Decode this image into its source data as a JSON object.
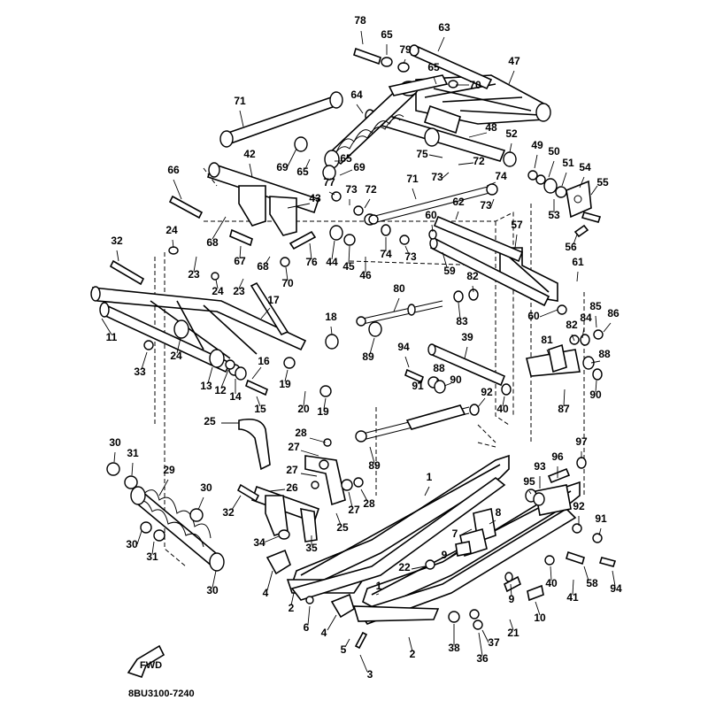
{
  "diagram": {
    "drawing_code": "8BU3100-7240",
    "callouts": [
      "1",
      "2",
      "3",
      "4",
      "5",
      "6",
      "7",
      "8",
      "9",
      "10",
      "11",
      "12",
      "13",
      "14",
      "15",
      "16",
      "17",
      "18",
      "19",
      "20",
      "21",
      "22",
      "23",
      "24",
      "25",
      "26",
      "27",
      "28",
      "29",
      "30",
      "31",
      "32",
      "33",
      "34",
      "35",
      "36",
      "37",
      "38",
      "39",
      "40",
      "41",
      "42",
      "43",
      "44",
      "45",
      "46",
      "47",
      "48",
      "49",
      "50",
      "51",
      "52",
      "53",
      "54",
      "55",
      "56",
      "57",
      "58",
      "59",
      "60",
      "61",
      "62",
      "63",
      "64",
      "65",
      "66",
      "67",
      "68",
      "69",
      "70",
      "71",
      "72",
      "73",
      "74",
      "75",
      "76",
      "77",
      "78",
      "79",
      "80",
      "81",
      "82",
      "83",
      "84",
      "85",
      "86",
      "87",
      "88",
      "89",
      "90",
      "91",
      "92",
      "93",
      "94",
      "95",
      "96",
      "97"
    ],
    "fwd_label": "FWD"
  }
}
